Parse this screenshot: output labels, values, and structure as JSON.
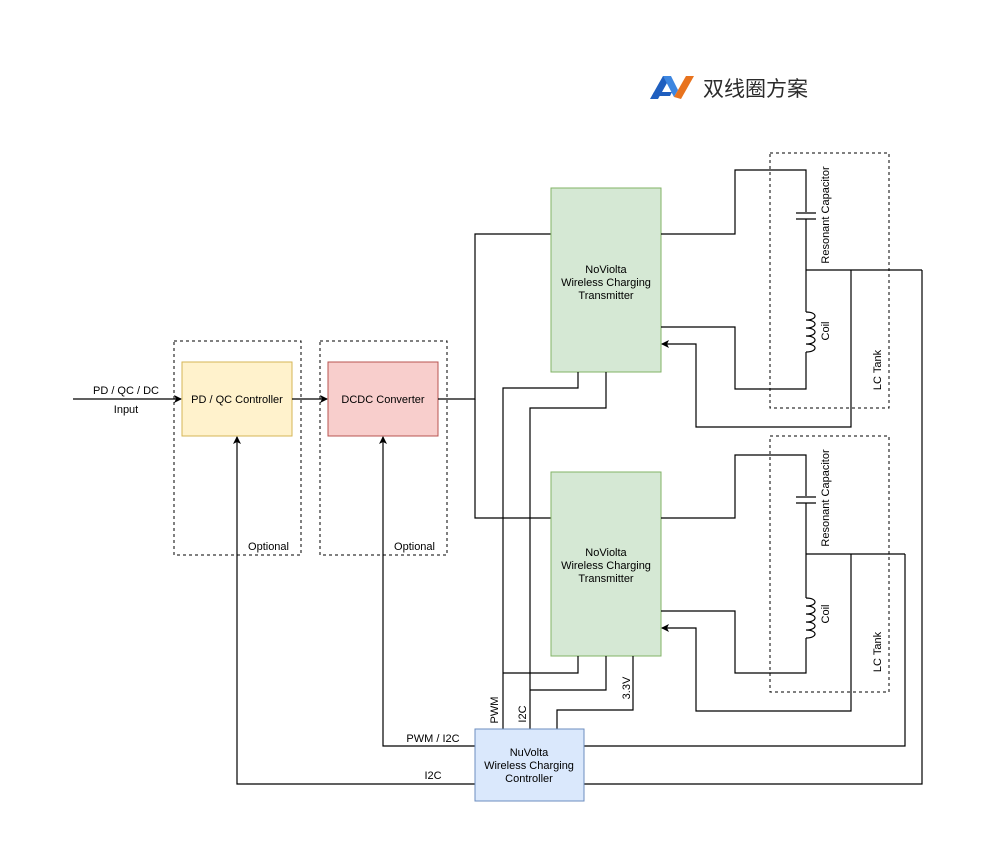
{
  "logo": {
    "text": "双线圈方案",
    "colors": {
      "left": "#1f5fbf",
      "right": "#e8731e",
      "text": "#2b2b2b"
    }
  },
  "blocks": {
    "pd_qc": {
      "label": "PD / QC Controller",
      "color": "#fff2cc",
      "border": "#d6b656"
    },
    "dcdc": {
      "label": "DCDC Converter",
      "color": "#f8cecc",
      "border": "#b85450"
    },
    "tx_top": {
      "label": [
        "NoViolta",
        "Wireless Charging",
        "Transmitter"
      ],
      "color": "#d5e8d4",
      "border": "#82b366"
    },
    "tx_bottom": {
      "label": [
        "NoViolta",
        "Wireless Charging",
        "Transmitter"
      ],
      "color": "#d5e8d4",
      "border": "#82b366"
    },
    "controller": {
      "label": [
        "NuVolta",
        "Wireless Charging",
        "Controller"
      ],
      "color": "#dae8fc",
      "border": "#6c8ebf"
    }
  },
  "groups": {
    "pd_optional": "Optional",
    "dcdc_optional": "Optional",
    "lc_top": {
      "capacitor": "Resonant Capacitor",
      "coil": "Coil",
      "tank": "LC Tank"
    },
    "lc_bottom": {
      "capacitor": "Resonant Capacitor",
      "coil": "Coil",
      "tank": "LC Tank"
    }
  },
  "labels": {
    "input_top": "PD / QC / DC",
    "input_bottom": "Input",
    "pwm_i2c": "PWM / I2C",
    "i2c_bottom": "I2C",
    "pwm": "PWM",
    "i2c_vertical": "I2C",
    "v33": "3.3V"
  }
}
